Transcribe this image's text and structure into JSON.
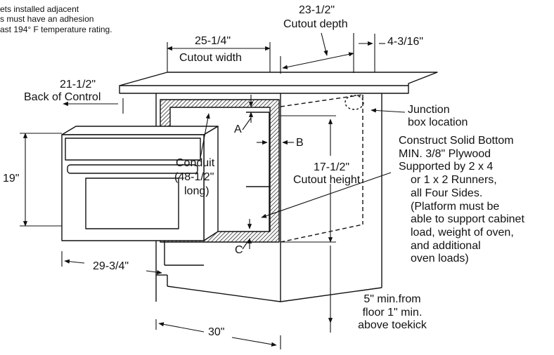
{
  "note_top": [
    "ets installed adjacent",
    "s must have an adhesion",
    "ast 194° F temperature rating."
  ],
  "dims": {
    "cutout_depth_value": "23-1/2\"",
    "cutout_depth_label": "Cutout depth",
    "side_gap_value": "4-3/16\"",
    "cutout_width_value": "25-1/4\"",
    "cutout_width_label": "Cutout width",
    "back_of_control_value": "21-1/2\"",
    "back_of_control_label": "Back of Control",
    "oven_height": "19\"",
    "oven_width": "29-3/4\"",
    "cabinet_width": "30\"",
    "cutout_height_value": "17-1/2\"",
    "cutout_height_label": "Cutout height"
  },
  "labels": {
    "junction_line1": "Junction",
    "junction_line2": "box location",
    "conduit_line1": "Conduit",
    "conduit_line2": "(48-1/2\"",
    "conduit_line3": "long)",
    "a": "A",
    "b": "B",
    "c": "C"
  },
  "construct_note": [
    "Construct Solid Bottom",
    "MIN. 3/8\" Plywood",
    "Supported by 2 x 4",
    "or 1 x 2 Runners,",
    "all Four Sides.",
    "(Platform must be",
    "able to support cabinet",
    "load, weight of oven,",
    "and additional",
    "oven loads)"
  ],
  "floor_note": [
    "5\" min.from",
    "floor 1\" min.",
    "above toekick"
  ]
}
